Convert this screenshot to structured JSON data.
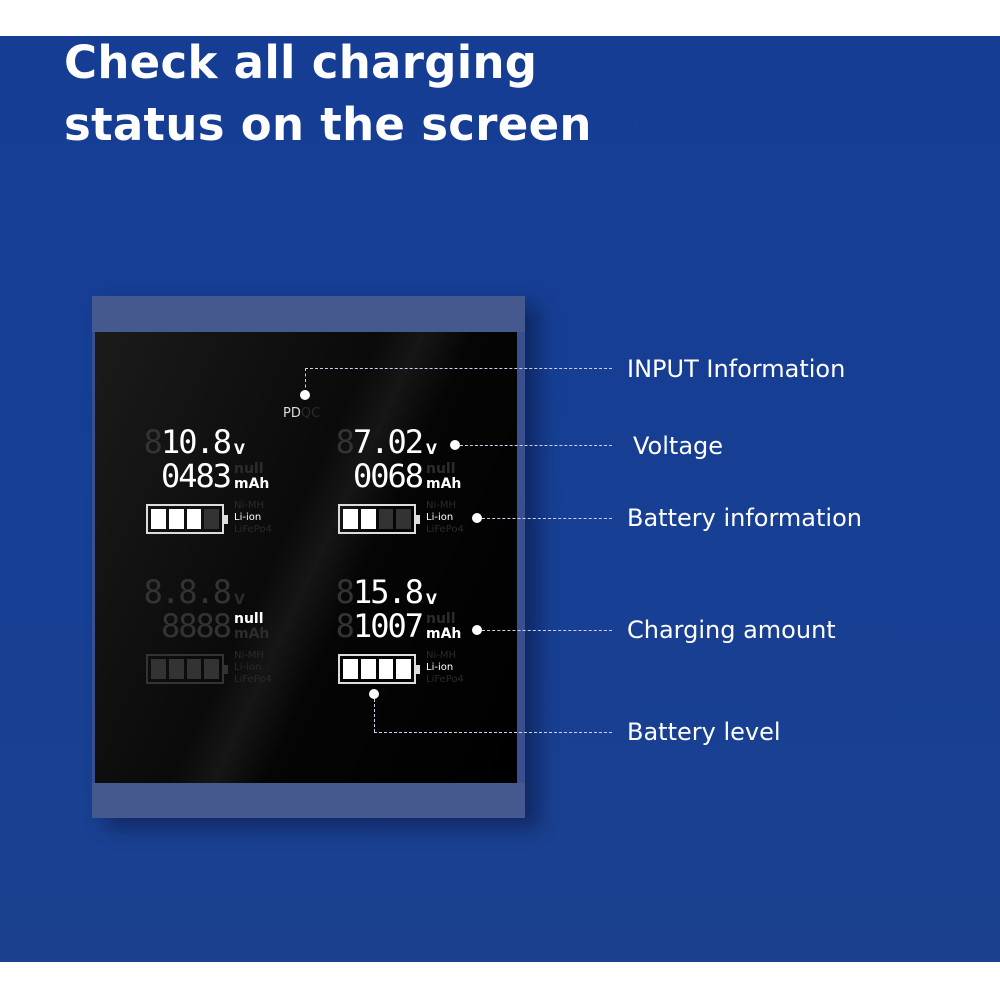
{
  "headline": [
    "Check all charging",
    "status on the screen"
  ],
  "screen": {
    "pd": "PD",
    "qc": "QC",
    "channels": [
      {
        "voltage_dim": "8",
        "voltage": "10.8",
        "v": "V",
        "mah_dim": "",
        "mah": "0483",
        "null": "null",
        "mah_unit": "mAh",
        "null_on": false,
        "v_on": true,
        "battery_level": 3,
        "types": [
          "Ni-MH",
          "Li-ion",
          "LiFePo4"
        ],
        "active_type": 1,
        "active": true
      },
      {
        "voltage_dim": "8",
        "voltage": "7.02",
        "v": "V",
        "mah_dim": "",
        "mah": "0068",
        "null": "null",
        "mah_unit": "mAh",
        "null_on": false,
        "v_on": true,
        "battery_level": 2,
        "types": [
          "Ni-MH",
          "Li-ion",
          "LiFePo4"
        ],
        "active_type": 1,
        "active": true
      },
      {
        "voltage_dim": "",
        "voltage": "8.8.8",
        "v": "V",
        "mah_dim": "",
        "mah": "8888",
        "null": "null",
        "mah_unit": "mAh",
        "null_on": true,
        "v_on": false,
        "battery_level": 0,
        "types": [
          "Ni-MH",
          "Li-ion",
          "LiFePo4"
        ],
        "active_type": -1,
        "active": false
      },
      {
        "voltage_dim": "8",
        "voltage": "15.8",
        "v": "V",
        "mah_dim": "8",
        "mah": "1007",
        "null": "null",
        "mah_unit": "mAh",
        "null_on": false,
        "v_on": true,
        "battery_level": 4,
        "types": [
          "Ni-MH",
          "Li-ion",
          "LiFePo4"
        ],
        "active_type": 1,
        "active": true
      }
    ]
  },
  "callouts": [
    "INPUT Information",
    "Voltage",
    "Battery information",
    "Charging amount",
    "Battery level"
  ]
}
